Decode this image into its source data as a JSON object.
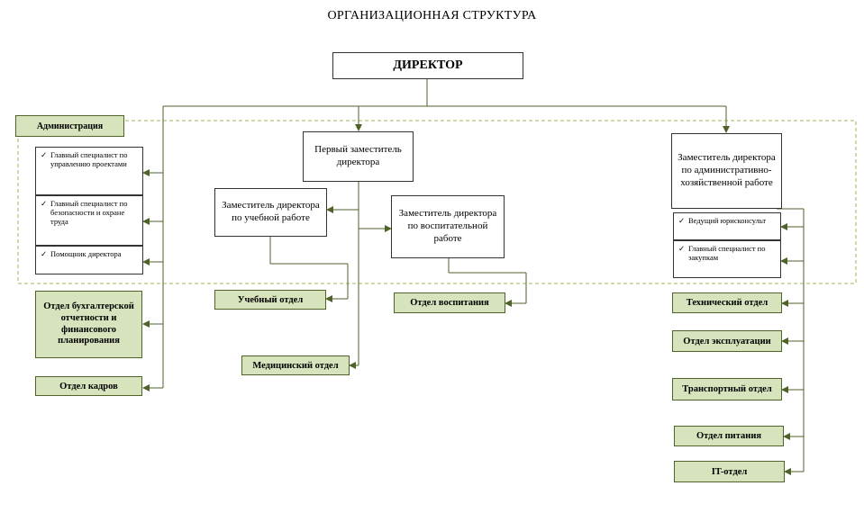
{
  "title": "ОРГАНИЗАЦИОННАЯ  СТРУКТУРА",
  "director": "ДИРЕКТОР",
  "administration": "Администрация",
  "first_deputy": "Первый заместитель директора",
  "deputy_edu": "Заместитель директора по учебной работе",
  "deputy_upbring": "Заместитель директора по воспитательной работе",
  "deputy_admin": "Заместитель директора по административно-хозяйственной работе",
  "admin_items": [
    "Главный специалист по управлению проектами",
    "Главный специалист по безопасности и охране труда",
    "Помощник директора"
  ],
  "right_items": [
    "Ведущий юрисконсульт",
    "Главный специалист по закупкам"
  ],
  "check_mark": "✓",
  "depts": {
    "accounting": "Отдел бухгалтерской отчетности и финансового планирования",
    "hr": "Отдел кадров",
    "study": "Учебный отдел",
    "medical": "Медицинский отдел",
    "upbringing": "Отдел воспитания",
    "technical": "Технический отдел",
    "operations": "Отдел эксплуатации",
    "transport": "Транспортный отдел",
    "food": "Отдел питания",
    "it": "IT-отдел"
  },
  "colors": {
    "fill": "#d6e3bc",
    "border": "#4f6228",
    "line": "#5a6b3a"
  }
}
